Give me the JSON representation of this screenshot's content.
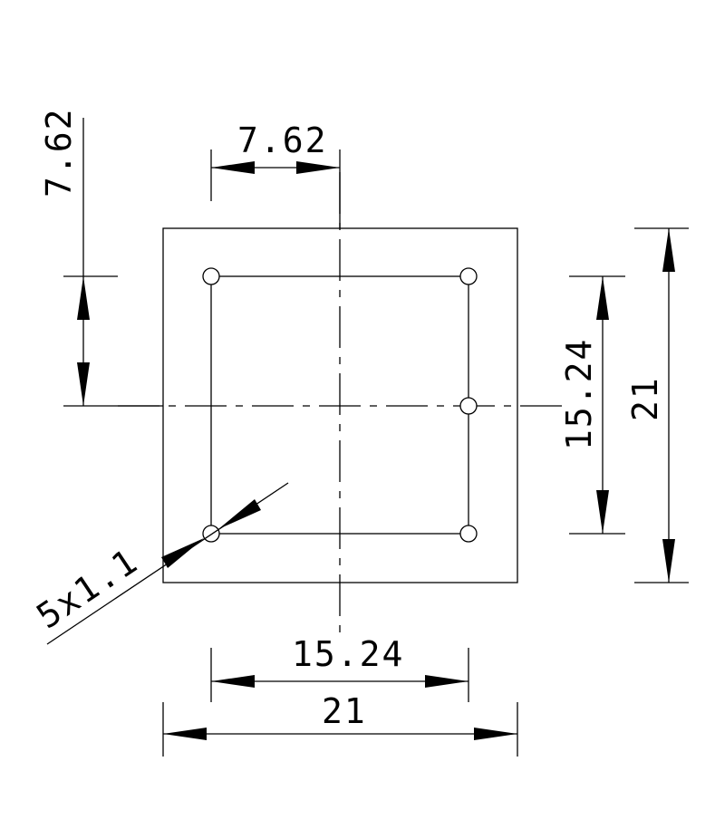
{
  "dimensions": {
    "top_pitch": "7.62",
    "left_offset": "7.62",
    "right_pitch": "15.24",
    "right_overall": "21",
    "bottom_pitch": "15.24",
    "bottom_overall": "21",
    "hole_callout": "5x1.1"
  },
  "holes": {
    "count": 5,
    "diameter": 1.1
  }
}
